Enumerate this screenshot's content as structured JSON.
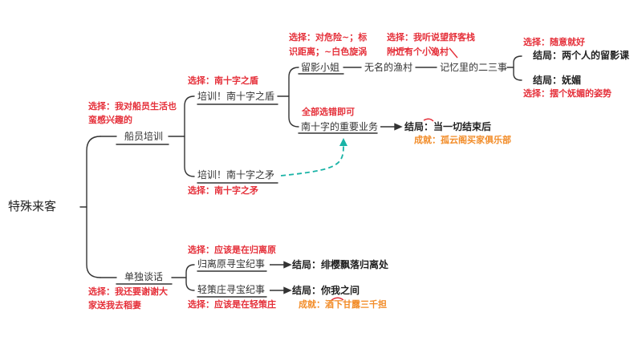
{
  "root": "特殊来客",
  "branch_crew": "船员培训",
  "branch_solo": "单独谈话",
  "choice_crew_1": "选择：我对船员生活也",
  "choice_crew_2": "蛮感兴趣的",
  "choice_solo_1": "选择：我还要谢谢大",
  "choice_solo_2": "家送我去稻妻",
  "train_shield": "培训！南十字之盾",
  "train_spear": "培训！南十字之矛",
  "choice_shield": "选择：南十字之盾",
  "choice_spear": "选择：南十字之矛",
  "miss_photo": "留影小姐",
  "southern_cross_business": "南十字的重要业务",
  "choice_all_ok": "全部选错即可",
  "choice_danger_1": "选择：对危险~；标",
  "choice_danger_2": "识距离；~白色旋涡",
  "choice_village_1": "选择：我听说望舒客栈",
  "choice_village_2": "附近有个小渔村",
  "nameless_village": "无名的渔村",
  "memories": "记忆里的二三事",
  "choice_casual": "选择：随意就好",
  "ending_two_photo": "结局：两个人的留影课",
  "ending_charm": "结局：妩媚",
  "choice_charm_pose": "选择：摆个妩媚的姿势",
  "ending_all_over": "结局：当一切结束后",
  "achv_guyun": "成就：孤云阁买家俱乐部",
  "guili_treasure": "归离原寻宝纪事",
  "qingce_treasure": "轻策庄寻宝纪事",
  "choice_guili": "选择：应该是在归离原",
  "choice_qingce": "选择：应该是在轻策庄",
  "ending_sakura": "结局：绯樱飘落归离处",
  "ending_between": "结局：你我之间",
  "achv_wine": "成就：酒下甘露三千担",
  "colors": {
    "line": "#333333",
    "choice": "#e5303a",
    "achievement": "#f28c28",
    "dashed_arrow": "#19b3a6"
  }
}
